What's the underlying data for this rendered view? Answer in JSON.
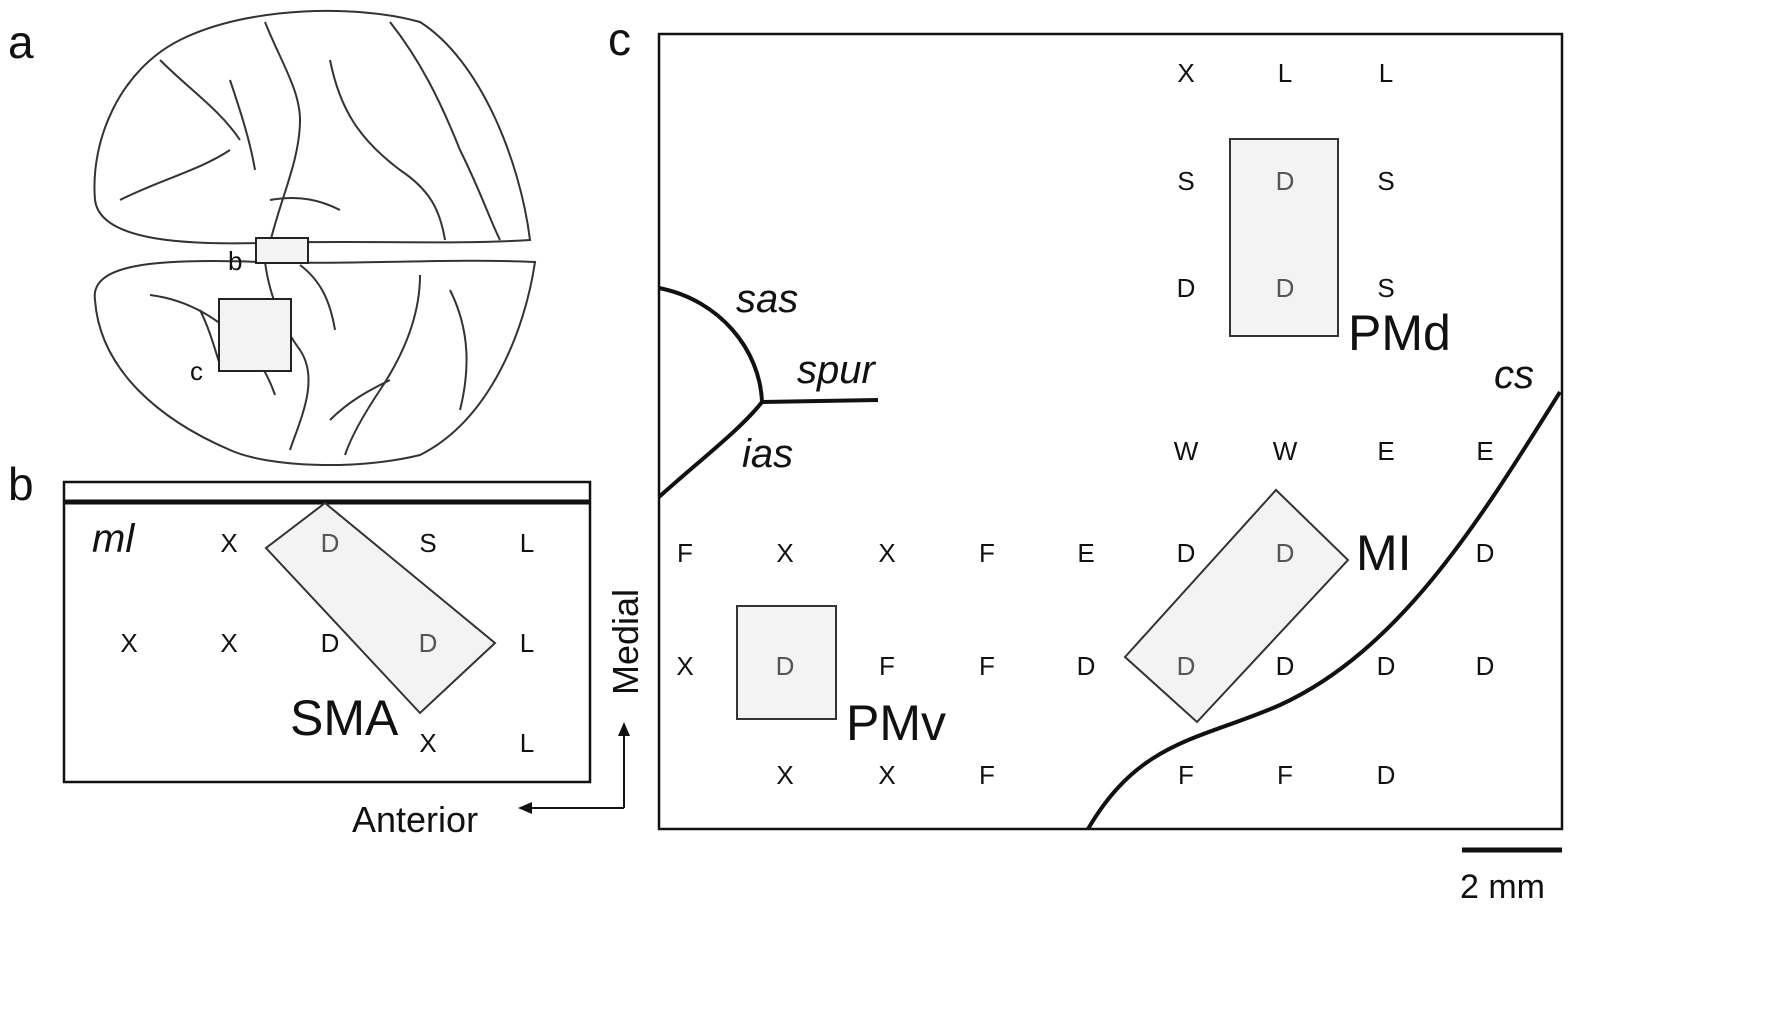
{
  "panels": {
    "a": "a",
    "b": "b",
    "c": "c",
    "inset_b": "b",
    "inset_c": "c"
  },
  "panel_b": {
    "sulcus": "ml",
    "area": "SMA",
    "grid": [
      [
        "",
        "X",
        "D",
        "S",
        "L"
      ],
      [
        "X",
        "X",
        "D",
        "D",
        "L"
      ],
      [
        "",
        "",
        "",
        "X",
        "L"
      ]
    ]
  },
  "axes": {
    "medial": "Medial",
    "anterior": "Anterior"
  },
  "panel_c": {
    "sulci": {
      "sas": "sas",
      "spur": "spur",
      "ias": "ias",
      "cs": "cs"
    },
    "areas": {
      "pmd": "PMd",
      "pmv": "PMv",
      "mi": "MI"
    },
    "grid": [
      [
        "",
        "",
        "",
        "",
        "",
        "X",
        "L",
        "L",
        ""
      ],
      [
        "",
        "",
        "",
        "",
        "",
        "S",
        "D",
        "S",
        ""
      ],
      [
        "",
        "",
        "",
        "",
        "",
        "D",
        "D",
        "S",
        ""
      ],
      [
        "",
        "",
        "",
        "",
        "",
        "W",
        "W",
        "E",
        "E"
      ],
      [
        "F",
        "X",
        "X",
        "F",
        "E",
        "D",
        "D",
        "",
        "D"
      ],
      [
        "X",
        "D",
        "F",
        "F",
        "D",
        "D",
        "D",
        "D",
        "D"
      ],
      [
        "",
        "X",
        "X",
        "F",
        "",
        "F",
        "F",
        "D",
        ""
      ]
    ]
  },
  "scale_bar": "2 mm"
}
